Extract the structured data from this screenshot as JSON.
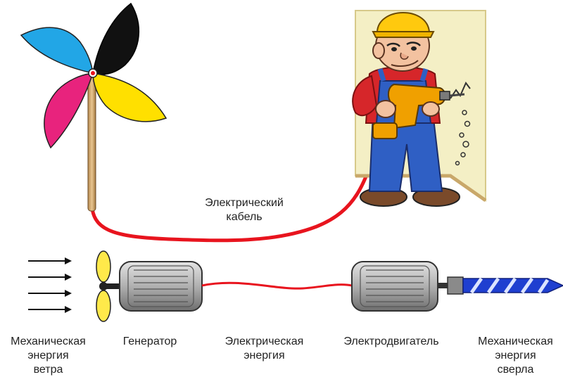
{
  "cable_label": [
    "Электрический",
    "кабель"
  ],
  "labels": {
    "wind": [
      "Механическая",
      "энергия",
      "ветра"
    ],
    "generator": [
      "Генератор"
    ],
    "electric": [
      "Электрическая",
      "энергия"
    ],
    "motor": [
      "Электродвигатель"
    ],
    "drill": [
      "Механическая",
      "энергия",
      "сверла"
    ]
  },
  "colors": {
    "wire": "#e8141e",
    "motor_body": "#9a9a9a",
    "drill_bit": "#1f3fd0",
    "pinwheel": [
      "#111111",
      "#22a6e6",
      "#e8237d",
      "#ffe000"
    ],
    "worker_shirt": "#d6262a",
    "worker_overalls": "#2f5fc4",
    "helmet": "#ffc90e",
    "drill_tool": "#f0a000"
  },
  "icons": [
    "pinwheel-icon",
    "worker-with-drill-icon",
    "wind-arrows-icon",
    "propeller-icon",
    "generator-icon",
    "electric-motor-icon",
    "drill-bit-icon"
  ]
}
